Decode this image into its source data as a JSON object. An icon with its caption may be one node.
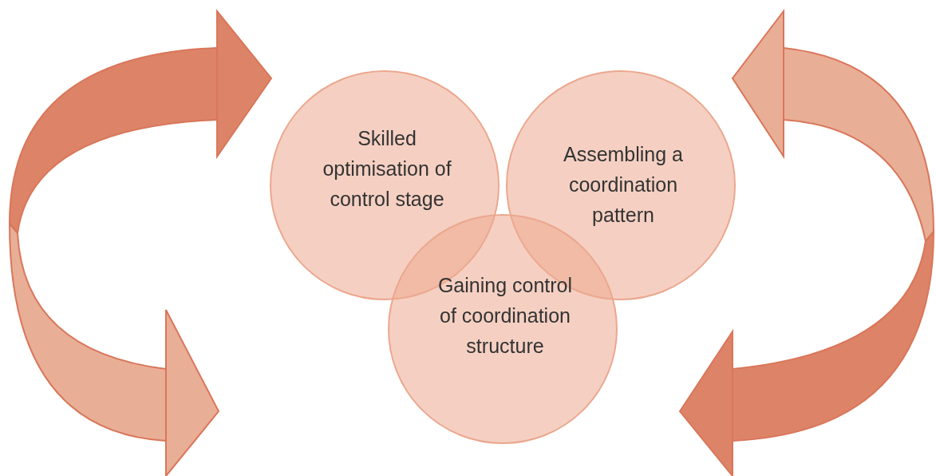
{
  "diagram": {
    "nodes": [
      {
        "text": [
          "Skilled optimisation of control stage"
        ]
      },
      {
        "text": [
          "Assembling a coordination pattern"
        ]
      },
      {
        "text": [
          "Gaining control of coordination structure"
        ]
      }
    ]
  }
}
